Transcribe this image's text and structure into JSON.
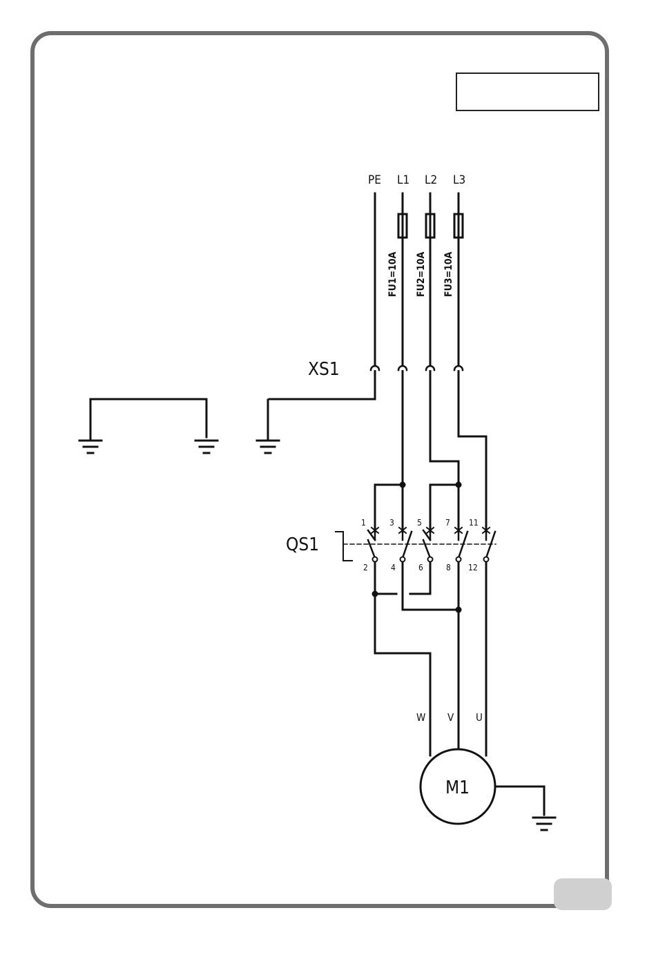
{
  "diagram": {
    "supply_lines": [
      "PE",
      "L1",
      "L2",
      "L3"
    ],
    "fuses": [
      "FU1=10A",
      "FU2=10A",
      "FU3=10A"
    ],
    "connector": "XS1",
    "switch": {
      "name": "QS1",
      "top_terminals": [
        "1",
        "3",
        "5",
        "7",
        "11"
      ],
      "bottom_terminals": [
        "2",
        "4",
        "6",
        "8",
        "12"
      ]
    },
    "motor": {
      "name": "M1",
      "phases": [
        "W",
        "V",
        "U"
      ]
    }
  },
  "colors": {
    "frame": "#6e6e6e",
    "wire": "#111111",
    "tab": "#d0d0d0"
  }
}
